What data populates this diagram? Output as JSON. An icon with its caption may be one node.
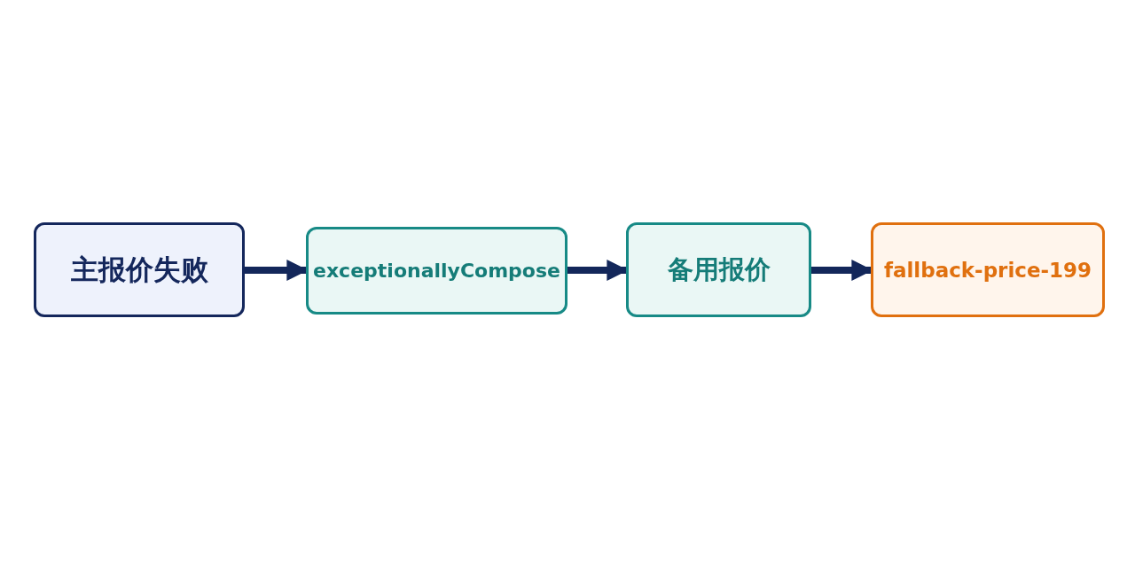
{
  "diagram": {
    "nodes": [
      {
        "text": [
          "主报价失败"
        ]
      },
      {
        "text": [
          "exceptionallyCompose"
        ]
      },
      {
        "text": [
          "备用报价"
        ]
      },
      {
        "text": [
          "fallback-price-199"
        ]
      }
    ],
    "edges": [
      {
        "from": 0,
        "to": 1,
        "arrow": "to"
      },
      {
        "from": 1,
        "to": 2,
        "arrow": "to"
      },
      {
        "from": 2,
        "to": 3,
        "arrow": "to"
      }
    ]
  }
}
